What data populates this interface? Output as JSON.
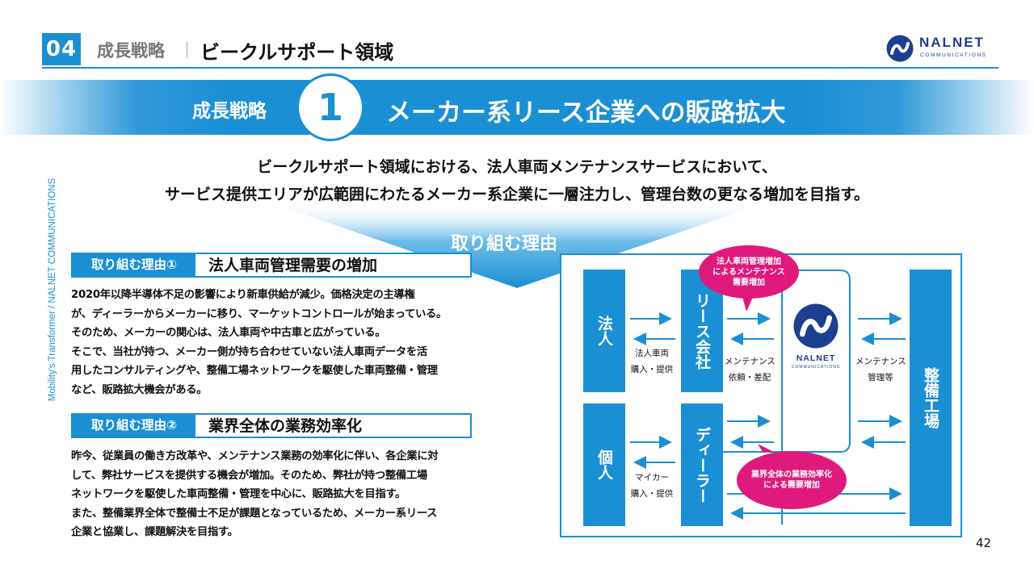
{
  "header": {
    "section_number": "04",
    "category": "成長戦略",
    "title": "ビークルサポート領域"
  },
  "logo": {
    "name": "NALNET",
    "sub": "COMMUNICATIONS"
  },
  "banner": {
    "label": "成長戦略",
    "number": "1",
    "title": "メーカー系リース企業への販路拡大"
  },
  "lead": {
    "line1": "ビークルサポート領域における、法人車両メンテナンスサービスにおいて、",
    "line2": "サービス提供エリアが広範囲にわたるメーカー系企業に一層注力し、管理台数の更なる増加を目指す。"
  },
  "side_text": "Mobility's Transformer / NALNET COMMUNICATIONS",
  "funnel_label": "取り組む理由",
  "reasons": [
    {
      "tag": "取り組む理由①",
      "title": "法人車両管理需要の増加",
      "lines": [
        "2020年以降半導体不足の影響により新車供給が減少。価格決定の主導権",
        "が、ディーラーからメーカーに移り、マーケットコントロールが始まっている。",
        "そのため、メーカーの関心は、法人車両や中古車と広がっている。",
        "そこで、当社が持つ、メーカー側が持ち合わせていない法人車両データを活",
        "用したコンサルティングや、整備工場ネットワークを駆使した車両整備・管理",
        "など、販路拡大機会がある。"
      ]
    },
    {
      "tag": "取り組む理由②",
      "title": "業界全体の業務効率化",
      "lines": [
        "昨今、従業員の働き方改革や、メンテナンス業務の効率化に伴い、各企業に対",
        "して、弊社サービスを提供する機会が増加。そのため、弊社が持つ整備工場",
        "ネットワークを駆使した車両整備・管理を中心に、販路拡大を目指す。",
        "また、整備業界全体で整備士不足が課題となっているため、メーカー系リース",
        "企業と協業し、課題解決を目指す。"
      ]
    }
  ],
  "diagram": {
    "corporate": "法人",
    "individual": "個人",
    "leasing": "リース会社",
    "dealer": "ディーラー",
    "workshop": "整備工場",
    "corp_label_1": "法人車両",
    "corp_label_2": "購入・提供",
    "indiv_label_1": "マイカー",
    "indiv_label_2": "購入・提供",
    "maint_req_1": "メンテナンス",
    "maint_req_2": "依頼・差配",
    "maint_mgmt_1": "メンテナンス",
    "maint_mgmt_2": "管理等",
    "bubble_top": [
      "法人車両管理増加",
      "によるメンテナンス",
      "需要増加"
    ],
    "bubble_bottom": [
      "業界全体の業務効率化",
      "による需要増加"
    ],
    "center_logo_name": "NALNET",
    "center_logo_sub": "COMMUNICATIONS"
  },
  "page_number": "42",
  "colors": {
    "brand_blue": "#1b8fd4",
    "logo_navy": "#1c3f8f",
    "accent_pink": "#e0197d"
  }
}
